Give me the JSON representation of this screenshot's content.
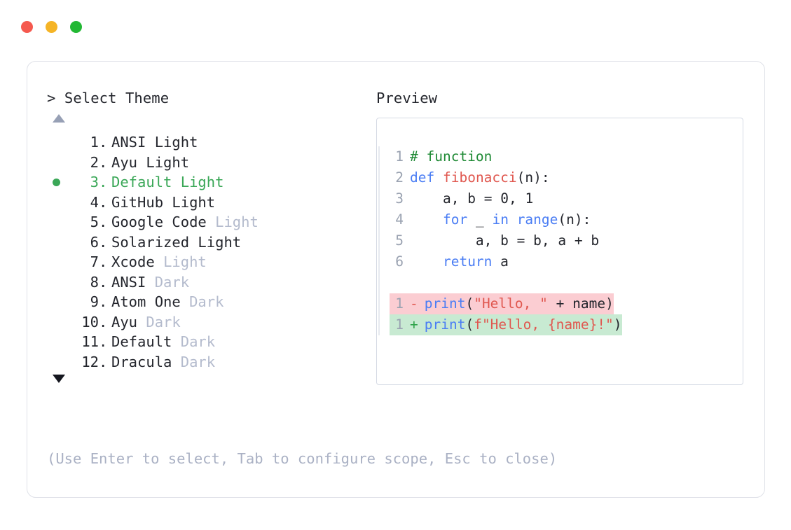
{
  "window": {
    "controls": [
      {
        "name": "close",
        "color": "#f5594e"
      },
      {
        "name": "minimize",
        "color": "#f5b426"
      },
      {
        "name": "maximize",
        "color": "#22b834"
      }
    ]
  },
  "prompt": {
    "marker": ">",
    "title": "Select Theme",
    "full": "> Select Theme"
  },
  "scroll": {
    "up_glyph": "▲",
    "down_glyph": "▼",
    "up_enabled": false,
    "down_enabled": true
  },
  "list": {
    "selected_index": 3,
    "bullet_glyph": "●",
    "separator": ". ",
    "items": [
      {
        "index": "1",
        "name": "ANSI",
        "suffix": "Light",
        "dim_suffix": false,
        "selected": false
      },
      {
        "index": "2",
        "name": "Ayu",
        "suffix": "Light",
        "dim_suffix": false,
        "selected": false
      },
      {
        "index": "3",
        "name": "Default",
        "suffix": "Light",
        "dim_suffix": false,
        "selected": true
      },
      {
        "index": "4",
        "name": "GitHub",
        "suffix": "Light",
        "dim_suffix": false,
        "selected": false
      },
      {
        "index": "5",
        "name": "Google Code",
        "suffix": "Light",
        "dim_suffix": true,
        "selected": false
      },
      {
        "index": "6",
        "name": "Solarized",
        "suffix": "Light",
        "dim_suffix": false,
        "selected": false
      },
      {
        "index": "7",
        "name": "Xcode",
        "suffix": "Light",
        "dim_suffix": true,
        "selected": false
      },
      {
        "index": "8",
        "name": "ANSI",
        "suffix": "Dark",
        "dim_suffix": true,
        "selected": false
      },
      {
        "index": "9",
        "name": "Atom One",
        "suffix": "Dark",
        "dim_suffix": true,
        "selected": false
      },
      {
        "index": "10",
        "name": "Ayu",
        "suffix": "Dark",
        "dim_suffix": true,
        "selected": false
      },
      {
        "index": "11",
        "name": "Default",
        "suffix": "Dark",
        "dim_suffix": true,
        "selected": false
      },
      {
        "index": "12",
        "name": "Dracula",
        "suffix": "Dark",
        "dim_suffix": true,
        "selected": false
      }
    ]
  },
  "preview": {
    "title": "Preview",
    "code_lines": [
      {
        "number": "1",
        "text": "# function"
      },
      {
        "number": "2",
        "text": "def fibonacci(n):"
      },
      {
        "number": "3",
        "text": "    a, b = 0, 1"
      },
      {
        "number": "4",
        "text": "    for _ in range(n):"
      },
      {
        "number": "5",
        "text": "        a, b = b, a + b"
      },
      {
        "number": "6",
        "text": "    return a"
      }
    ],
    "diff": [
      {
        "number": "1",
        "marker": "-",
        "text": "print(\"Hello, \" + name)",
        "kind": "deletion"
      },
      {
        "number": "1",
        "marker": "+",
        "text": "print(f\"Hello, {name}!\")",
        "kind": "addition"
      }
    ],
    "tokens": {
      "comment": "# function",
      "keywords": [
        "def",
        "for",
        "in",
        "return"
      ],
      "function_name": "fibonacci",
      "builtin": "range",
      "print": "print",
      "strings": [
        "\"Hello, \"",
        "f\"Hello, {name}!\""
      ]
    }
  },
  "footer": {
    "hint": "(Use Enter to select, Tab to configure scope, Esc to close)"
  },
  "colors": {
    "comment_green": "#1f8a35",
    "keyword_blue": "#4a7df4",
    "function_red": "#e0574f",
    "string_red": "#e0574f",
    "selected_green": "#3aa757",
    "dim_gray": "#b4bbcd",
    "line_number_gray": "#9aa2b1",
    "diff_del_bg": "#fbcdd2",
    "diff_add_bg": "#c8ead2",
    "text": "#24262d",
    "card_border": "#dfe1e8",
    "preview_border": "#d5dae4",
    "footer_hint": "#aab1c4"
  }
}
